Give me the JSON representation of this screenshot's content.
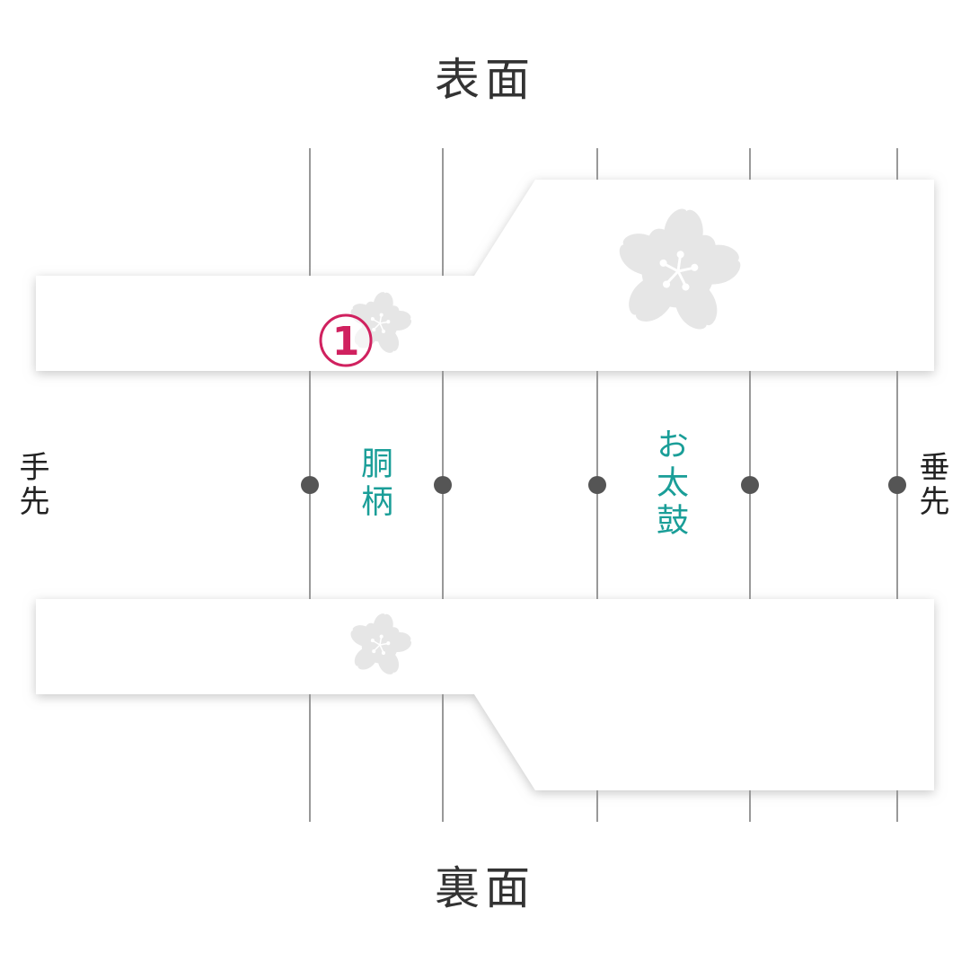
{
  "labels": {
    "front": "表面",
    "back": "裏面",
    "left_end": "手先",
    "right_end": "垂先",
    "section_dou": "胴柄",
    "section_otaiko": "お太鼓"
  },
  "marker": {
    "number": "1"
  },
  "icons": {
    "motif": "sakura-flower-icon",
    "divider_dot": "dot-icon"
  },
  "colors": {
    "background": "#ffffff",
    "panel": "#ffffff",
    "shadow": "#c8c8c8",
    "divider": "#555555",
    "dot": "#555555",
    "section_text": "#1a9e98",
    "marker": "#d0215f",
    "motif": "#e6e6e6",
    "text": "#333333"
  }
}
